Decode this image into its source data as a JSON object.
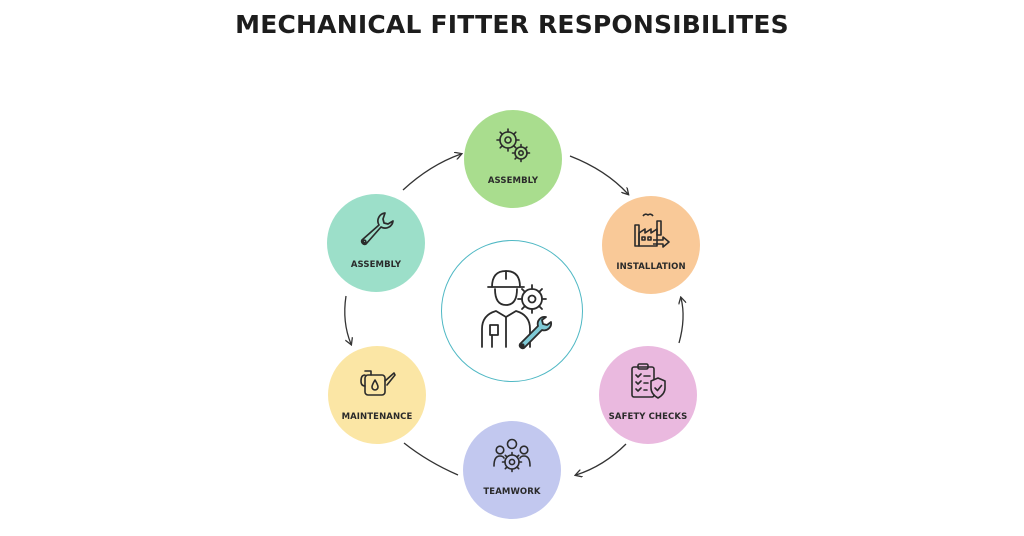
{
  "title": "MECHANICAL FITTER RESPONSIBILITES",
  "center": {
    "icon": "fitter-worker-wrench-icon"
  },
  "nodes": [
    {
      "id": "top",
      "label": "ASSEMBLY",
      "icon": "gears-icon",
      "color": "#a9dd8e"
    },
    {
      "id": "right",
      "label": "INSTALLATION",
      "icon": "factory-icon",
      "color": "#f9c998"
    },
    {
      "id": "mright",
      "label": "SAFETY CHECKS",
      "icon": "clipboard-shield-icon",
      "color": "#eab9df"
    },
    {
      "id": "bot",
      "label": "TEAMWORK",
      "icon": "team-gear-icon",
      "color": "#c2c8ef"
    },
    {
      "id": "mleft",
      "label": "MAINTENANCE",
      "icon": "oil-can-icon",
      "color": "#fbe6a5"
    },
    {
      "id": "left",
      "label": "ASSEMBLY",
      "icon": "wrench-icon",
      "color": "#9cdfc9"
    }
  ]
}
